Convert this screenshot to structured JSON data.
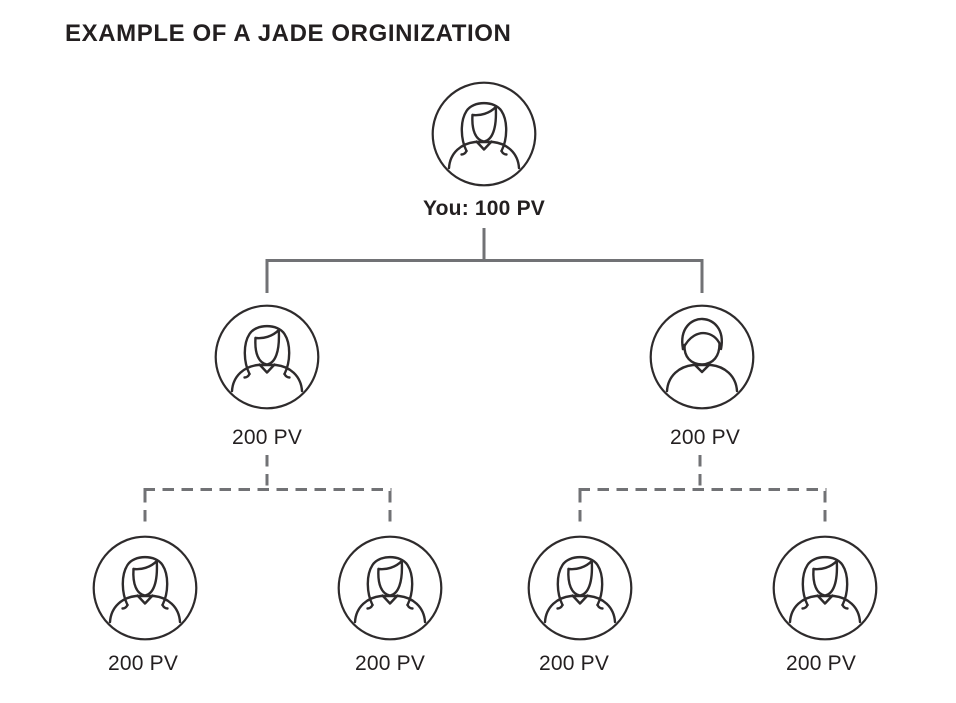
{
  "title": "EXAMPLE OF A JADE ORGINIZATION",
  "colors": {
    "background": "#ffffff",
    "text": "#231f20",
    "connector": "#717275",
    "icon_stroke": "#2e2b2c"
  },
  "chart_data": {
    "type": "org-tree",
    "title": "EXAMPLE OF A JADE ORGINIZATION",
    "root": {
      "label": "You: 100 PV",
      "pv": 100,
      "icon": "woman-avatar"
    },
    "level2": [
      {
        "label": "200 PV",
        "pv": 200,
        "icon": "woman-avatar",
        "link_style": "solid"
      },
      {
        "label": "200 PV",
        "pv": 200,
        "icon": "man-avatar",
        "link_style": "solid"
      }
    ],
    "level3": [
      {
        "label": "200 PV",
        "pv": 200,
        "icon": "woman-avatar",
        "link_style": "dashed",
        "parent_index": 0
      },
      {
        "label": "200 PV",
        "pv": 200,
        "icon": "woman-avatar",
        "link_style": "dashed",
        "parent_index": 0
      },
      {
        "label": "200 PV",
        "pv": 200,
        "icon": "woman-avatar",
        "link_style": "dashed",
        "parent_index": 1
      },
      {
        "label": "200 PV",
        "pv": 200,
        "icon": "woman-avatar",
        "link_style": "dashed",
        "parent_index": 1
      }
    ]
  }
}
